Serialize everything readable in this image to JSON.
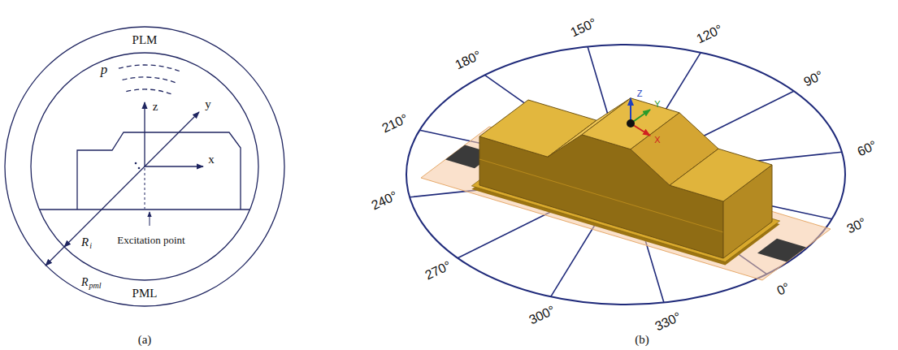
{
  "diagram": {
    "labels": [
      "PLM",
      "p",
      "z",
      "y",
      "x",
      "Excitation point",
      "R",
      "i",
      "R",
      "pml",
      "PML",
      "(a)",
      "150°",
      "120°",
      "180°",
      "90°",
      "210°",
      "60°",
      "Z",
      "Y",
      "X",
      "240°",
      "30°",
      "270°",
      "0°",
      "300°",
      "330°",
      "(b)"
    ]
  }
}
